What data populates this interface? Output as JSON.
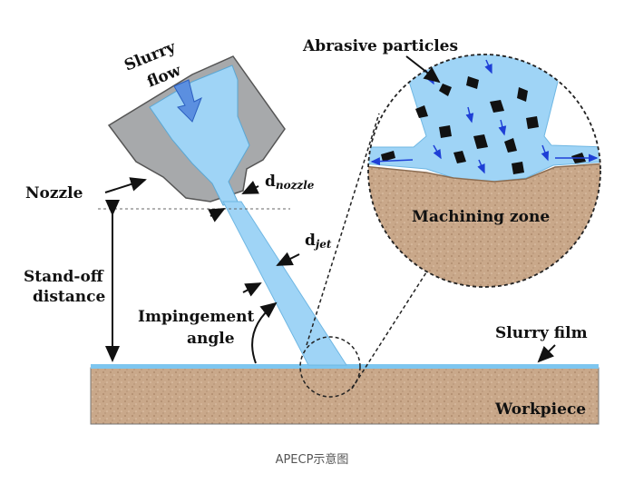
{
  "labels": {
    "slurry_flow_line1": "Slurry",
    "slurry_flow_line2": "flow",
    "nozzle": "Nozzle",
    "d_nozzle_main": "d",
    "d_nozzle_sub": "nozzle",
    "d_jet_main": "d",
    "d_jet_sub": "jet",
    "standoff_line1": "Stand-off",
    "standoff_line2": "distance",
    "impingement_line1": "Impingement",
    "impingement_line2": "angle",
    "abrasive_particles": "Abrasive particles",
    "machining_zone": "Machining zone",
    "slurry_film": "Slurry film",
    "workpiece": "Workpiece"
  },
  "caption": "APECP示意图",
  "colors": {
    "nozzle_body": "#a7a9ab",
    "slurry": "#9fd4f6",
    "slurry_film": "#7ec6ef",
    "workpiece": "#c9a88a",
    "particle": "#111111",
    "flow_arrow": "#1e3fd6",
    "caption": "#555555"
  }
}
